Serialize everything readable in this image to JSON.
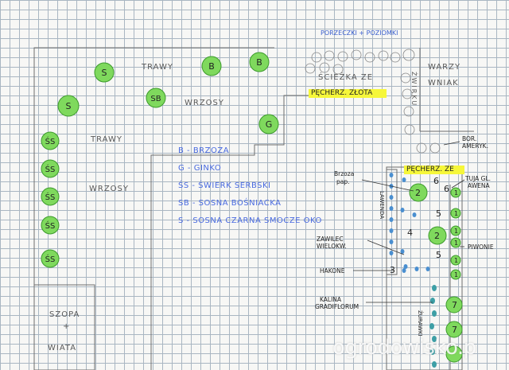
{
  "labels": {
    "trawy_top": "TRAWY",
    "wrzosy_top": "WRZOSY",
    "trawy_left": "TRAWY",
    "wrzosy_left": "WRZOSY",
    "porzeczki": "PORZECZKI + POZIOMKI",
    "sciezka": "ŚCIEŻKA  ZE",
    "zwirku": "ŻWIRKU",
    "warzywniak_1": "WARZY",
    "warzywniak_2": "WNIAK",
    "pecherz_zlota": "PĘCHERZ. ZŁOTA",
    "pecherz_ze": "PĘCHERZ. ZE",
    "bor_1": "BOR.",
    "bor_2": "AMERYK.",
    "brzoza_1": "Brzoza",
    "brzoza_2": "pap.",
    "lawenda": "LAWENDA",
    "zawilec_1": "ZAWILEC",
    "zawilec_2": "WIELOKW.",
    "hakone": "HAKONE",
    "kalina_1": "KALINA",
    "kalina_2": "GRADIFLORUM",
    "zurawki": "ŻURAWKI",
    "tuja_1": "TUJA GL.",
    "tuja_2": "AWENA",
    "piwonie": "PIWONIE",
    "szopa_1": "SZOPA",
    "szopa_2": "+",
    "szopa_3": "WIATA",
    "watermark": "ogrodowisko.p"
  },
  "legend": [
    "B - BRZOZA",
    "G - GINKO",
    "ŚS - ŚWIERK SERBSKI",
    "SB - SOSNA BOŚNIACKA",
    "S - SOSNA CZARNA SMOCZE OKO"
  ],
  "trees": [
    {
      "code": "S"
    },
    {
      "code": "B"
    },
    {
      "code": "B"
    },
    {
      "code": "S"
    },
    {
      "code": "SB"
    },
    {
      "code": "G"
    },
    {
      "code": "ŚS"
    },
    {
      "code": "ŚS"
    },
    {
      "code": "ŚS"
    },
    {
      "code": "ŚS"
    },
    {
      "code": "ŚS"
    }
  ],
  "bed_numbers": {
    "n2a": "2",
    "n2b": "2",
    "n6": "6",
    "n6b": "6",
    "n5a": "5",
    "n5b": "5",
    "n4": "4",
    "n3": "3",
    "n1": "1",
    "n7": "7"
  },
  "colors": {
    "tree_fill": "#7fd95d",
    "tree_stroke": "#3c9a2c",
    "highlight": "#f6f73a",
    "legend_blue": "#4a6be0",
    "dot_blue": "#4a8fd0",
    "dot_teal": "#3d9fa6"
  }
}
